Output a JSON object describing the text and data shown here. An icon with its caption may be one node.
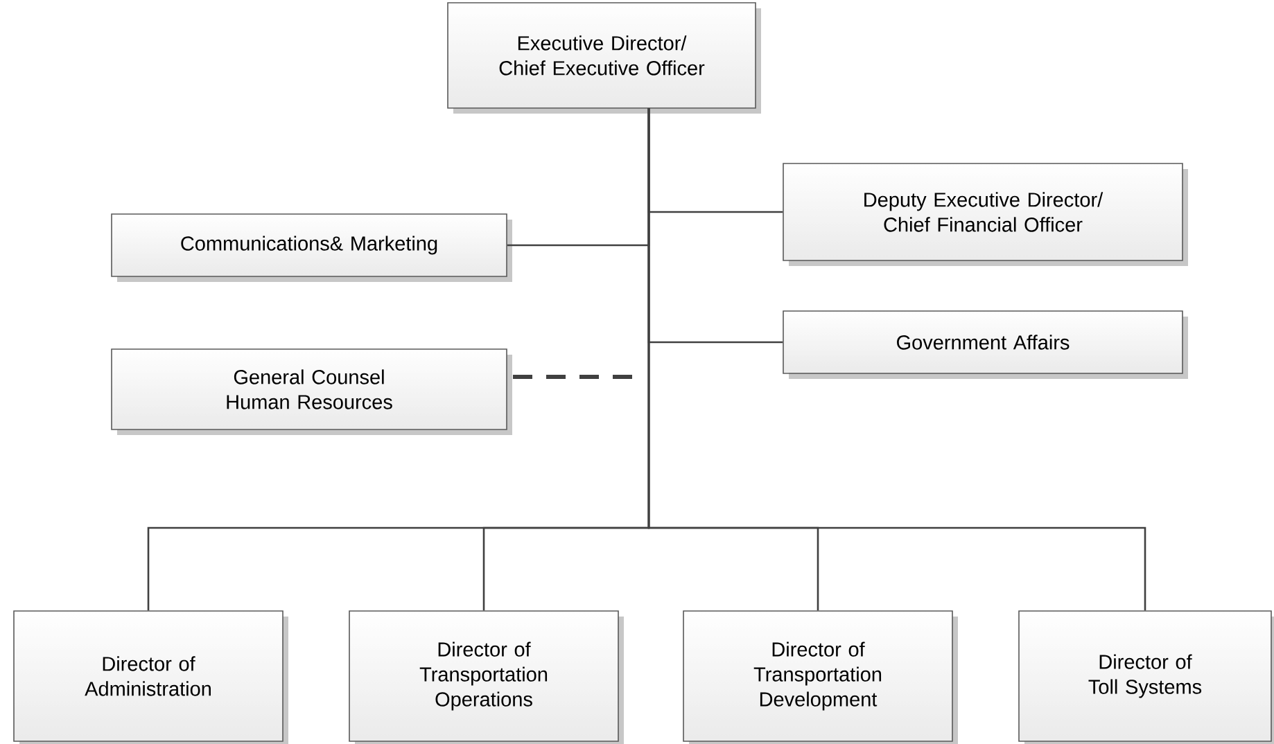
{
  "diagram": {
    "nodes": [
      {
        "text": [
          "Executive Director/ Chief Executive Officer"
        ]
      },
      {
        "text": [
          "Deputy Executive Director/ Chief Financial Officer"
        ]
      },
      {
        "text": [
          "Communications& Marketing"
        ]
      },
      {
        "text": [
          "Government Affairs"
        ]
      },
      {
        "text": [
          "General Counsel Human Resources"
        ]
      },
      {
        "text": [
          "Director of Administration"
        ]
      },
      {
        "text": [
          "Director of Transportation Operations"
        ]
      },
      {
        "text": [
          "Director of Transportation Development"
        ]
      },
      {
        "text": [
          "Director of Toll Systems"
        ]
      }
    ],
    "edges": [
      {
        "from": 0,
        "to": 1,
        "arrow": "none"
      },
      {
        "from": 0,
        "to": 2,
        "arrow": "none"
      },
      {
        "from": 0,
        "to": 3,
        "arrow": "none"
      },
      {
        "from": null,
        "to": 4,
        "arrow": "none",
        "style": "dashed"
      },
      {
        "from": 0,
        "to": 5,
        "arrow": "none"
      },
      {
        "from": 0,
        "to": 6,
        "arrow": "none"
      },
      {
        "from": 0,
        "to": 7,
        "arrow": "none"
      },
      {
        "from": 0,
        "to": 8,
        "arrow": "none"
      }
    ]
  }
}
